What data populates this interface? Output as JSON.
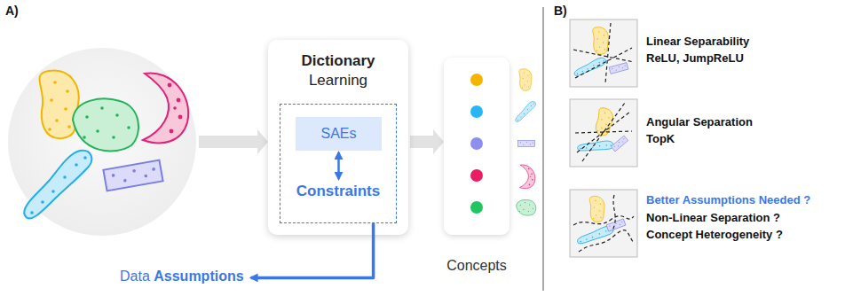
{
  "diagram": {
    "nodes": [
      {
        "text": [
          "Dictionary",
          "Learning"
        ]
      },
      {
        "text": [
          "Constraints"
        ],
        "in": 0
      },
      {
        "text": [
          "SAEs"
        ],
        "in": 1
      },
      {
        "text": [
          "Data",
          "Assumptions"
        ]
      }
    ],
    "edges": [
      {
        "from": 2,
        "to": 1,
        "arrow": "both"
      },
      {
        "from": 1,
        "to": 3,
        "arrow": "to"
      }
    ],
    "labels": [
      "A)",
      "Concepts",
      "B)",
      "Linear Separability",
      "ReLU, JumpReLU",
      "Angular Separation",
      "TopK",
      "Better Assumptions Needed ?",
      "Non-Linear Separation ?",
      "Concept Heterogeneity ?"
    ]
  }
}
